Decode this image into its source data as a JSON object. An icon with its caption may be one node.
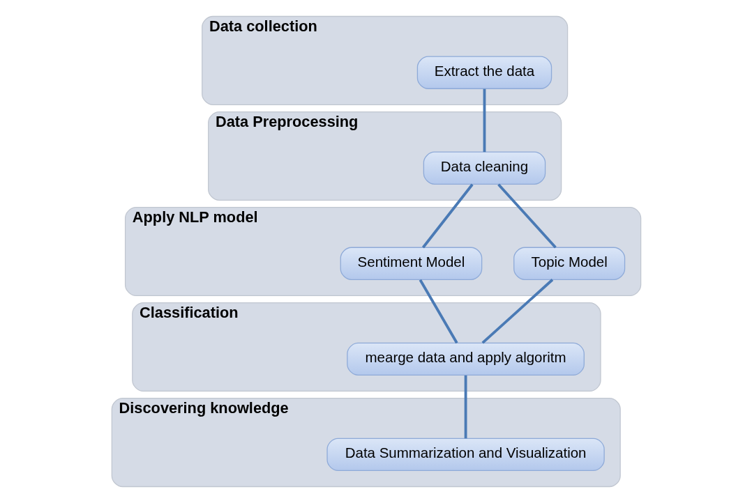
{
  "diagram": {
    "nodes": [
      {
        "text": [
          "Data collection"
        ]
      },
      {
        "text": [
          "Extract the data"
        ],
        "in": 0
      },
      {
        "text": [
          "Data Preprocessing"
        ]
      },
      {
        "text": [
          "Data cleaning"
        ],
        "in": 2
      },
      {
        "text": [
          "Apply NLP model"
        ]
      },
      {
        "text": [
          "Sentiment Model"
        ],
        "in": 4
      },
      {
        "text": [
          "Topic Model"
        ],
        "in": 4
      },
      {
        "text": [
          "Classification"
        ]
      },
      {
        "text": [
          "mearge data and apply algoritm"
        ],
        "in": 7
      },
      {
        "text": [
          "Discovering knowledge"
        ]
      },
      {
        "text": [
          "Data Summarization and Visualization"
        ],
        "in": 9
      }
    ],
    "edges": [
      {
        "from": 1,
        "to": 3,
        "arrow": "none"
      },
      {
        "from": 3,
        "to": 5,
        "arrow": "none"
      },
      {
        "from": 3,
        "to": 6,
        "arrow": "none"
      },
      {
        "from": 5,
        "to": 8,
        "arrow": "none"
      },
      {
        "from": 6,
        "to": 8,
        "arrow": "none"
      },
      {
        "from": 8,
        "to": 10,
        "arrow": "none"
      }
    ]
  }
}
